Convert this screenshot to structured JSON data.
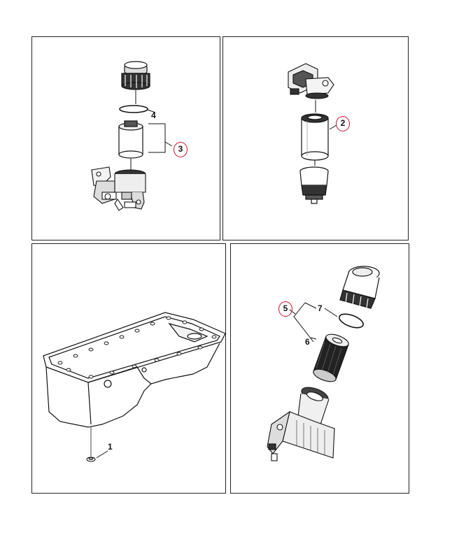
{
  "colors": {
    "callout_circle": "#c8102e",
    "line": "#222222"
  },
  "panels": {
    "top_left": {
      "callouts": {
        "four": "4",
        "three": "3"
      },
      "icons": [
        "filter-cap-icon",
        "o-ring-icon",
        "filter-element-icon",
        "filter-housing-icon"
      ]
    },
    "top_right": {
      "callouts": {
        "two": "2"
      },
      "icons": [
        "mounting-bracket-icon",
        "spin-on-filter-icon",
        "water-separator-bowl-icon"
      ]
    },
    "bottom_left": {
      "callouts": {
        "one": "1"
      },
      "icons": [
        "oil-pan-icon",
        "drain-plug-icon"
      ]
    },
    "bottom_right": {
      "callouts": {
        "five": "5",
        "seven": "7",
        "six": "6"
      },
      "icons": [
        "oil-filter-cap-icon",
        "o-ring-icon",
        "oil-filter-element-icon",
        "oil-cooler-housing-icon"
      ]
    }
  }
}
